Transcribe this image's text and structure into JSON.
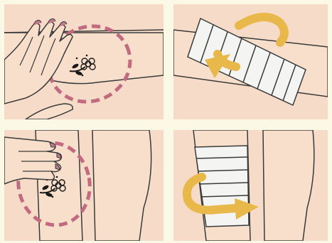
{
  "palette": {
    "background": "#fbf8e6",
    "panel_bg": "#f6dcc8",
    "skin": "#f3d7c1",
    "outline": "#3a3a3a",
    "dash_circle": "#c16a80",
    "arrow": "#e9b84a",
    "bandage": "#f4f4f2",
    "tattoo": "#1a1a1a"
  },
  "steps": [
    {
      "icon": "hand-on-tattoo-icon",
      "highlight": "dashed-circle",
      "view": "forearm"
    },
    {
      "icon": "wrap-bandage-arrow-icon",
      "highlight": "none",
      "view": "forearm"
    },
    {
      "icon": "hand-on-tattoo-icon",
      "highlight": "dashed-circle",
      "view": "leg"
    },
    {
      "icon": "wrap-bandage-arrow-icon",
      "highlight": "none",
      "view": "leg"
    }
  ]
}
